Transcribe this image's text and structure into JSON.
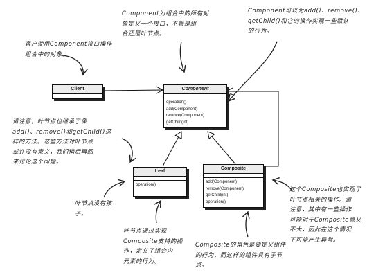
{
  "notes": {
    "client_note": "客户使用Component接口操作\n组合中的对象。",
    "component_note": "Component为组合中的所有对\n象定义一个接口，不管是组\n合还是叶节点。",
    "default_note": "Component可以为add()、remove()、\ngetChild()和它的操作实现一些默认\n的行为。",
    "leaf_inherit_note": "请注意，叶节点也继承了像\nadd()、remove()和getChild()这\n样的方法。这些方法对叶节点\n或许没有意义，我们稍后再回\n来讨论这个问题。",
    "leaf_no_children_note": "叶节点没有孩\n子。",
    "leaf_behavior_note": "叶节点通过实现\nComposite支持的操\n作，定义了组合内\n元素的行为。",
    "composite_role_note": "Composite的角色是要定义组件\n的行为，而这样的组件具有子节\n点。",
    "composite_impl_note": "这个Composite也实现了\n叶节点相关的操作。请\n注意，其中有一些操作\n可能对于Composite意义\n不大，因此在这个情况\n下可能产生异常。"
  },
  "classes": {
    "client": {
      "name": "Client",
      "operations": []
    },
    "component": {
      "name": "Component",
      "operations": [
        "operation()",
        "add(Component)",
        "remove(Component)",
        "getChild(int)"
      ]
    },
    "leaf": {
      "name": "Leaf",
      "operations": [
        "operation()"
      ]
    },
    "composite": {
      "name": "Composite",
      "operations": [
        "add(Component)",
        "remove(Component)",
        "getChild(int)",
        "operation()"
      ]
    }
  }
}
